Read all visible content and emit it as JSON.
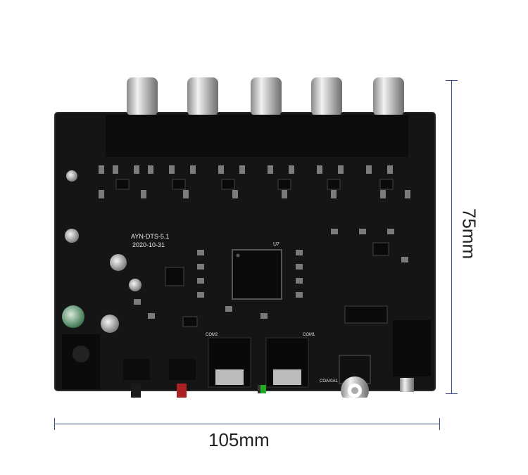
{
  "product": {
    "board_model": "AYN-DTS-5.1",
    "board_date": "2020-10-31",
    "coaxial_label": "COAXIAL",
    "optical_labels": [
      "COM2",
      "COM1"
    ],
    "chip_label": "U7"
  },
  "dimensions": {
    "width_label": "105mm",
    "height_label": "75mm",
    "line_color": "#3b4a8a"
  },
  "colors": {
    "pcb": "#161616",
    "connector": "#0d0d0d",
    "chrome": "#cfcfcf",
    "capacitor_green": "#4a8a5a"
  }
}
